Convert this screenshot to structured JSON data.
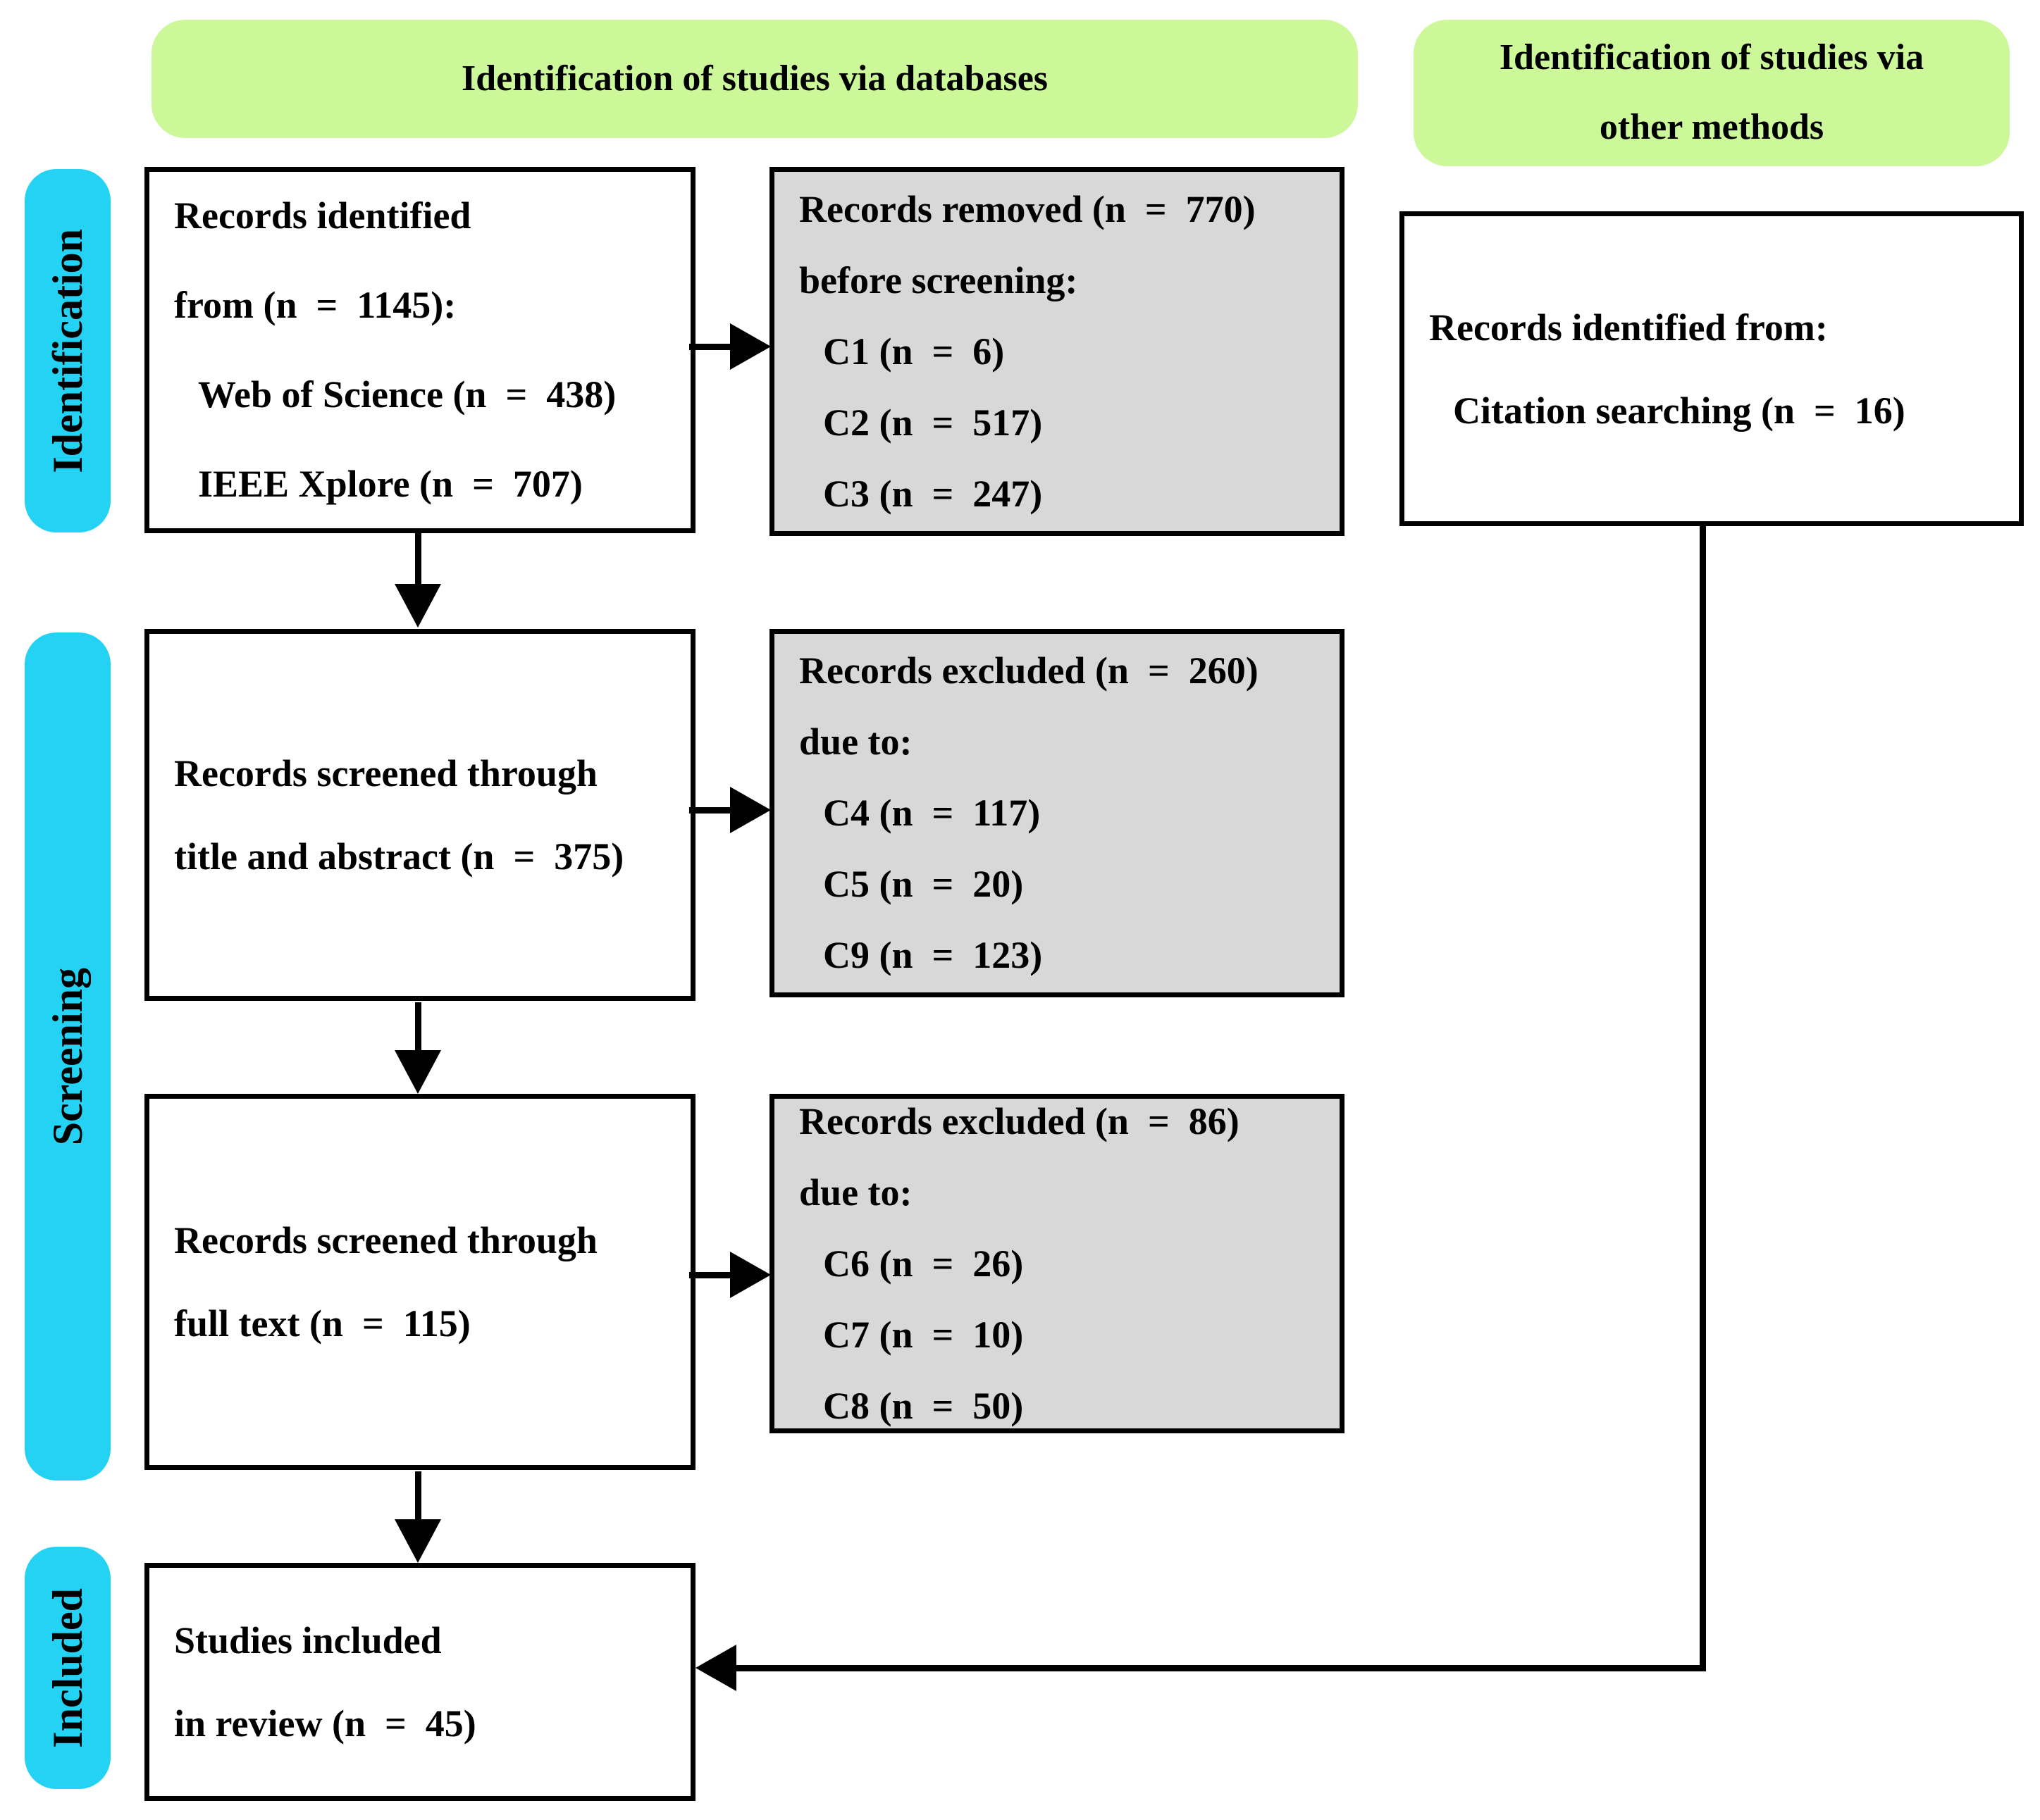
{
  "colors": {
    "green": "#ccf899",
    "cyan": "#24d2f3",
    "gray": "#d8d8d8",
    "border": "#000000"
  },
  "headers": {
    "databases": "Identification of studies via databases",
    "other_line1": "Identification of studies via",
    "other_line2": "other methods"
  },
  "stages": {
    "identification": "Identification",
    "screening": "Screening",
    "included": "Included"
  },
  "boxes": {
    "identified": {
      "l1": "Records identified",
      "l2": "from (n = 1145):",
      "l3": "Web of Science (n = 438)",
      "l4": "IEEE Xplore (n = 707)"
    },
    "removed": {
      "l1": "Records removed (n = 770)",
      "l2": "before screening:",
      "l3": "C1 (n = 6)",
      "l4": "C2 (n = 517)",
      "l5": "C3 (n = 247)"
    },
    "citation": {
      "l1": "Records identified from:",
      "l2": "Citation searching (n = 16)"
    },
    "screened_ta": {
      "l1": "Records screened through",
      "l2": "title and abstract (n = 375)"
    },
    "excluded_ta": {
      "l1": "Records excluded (n = 260)",
      "l2": "due to:",
      "l3": "C4 (n = 117)",
      "l4": "C5 (n = 20)",
      "l5": "C9 (n = 123)"
    },
    "screened_ft": {
      "l1": "Records screened through",
      "l2": "full text (n = 115)"
    },
    "excluded_ft": {
      "l1": "Records excluded (n = 86)",
      "l2": "due to:",
      "l3": "C6 (n = 26)",
      "l4": "C7 (n = 10)",
      "l5": "C8 (n = 50)"
    },
    "included": {
      "l1": "Studies included",
      "l2": "in review (n = 45)"
    }
  }
}
